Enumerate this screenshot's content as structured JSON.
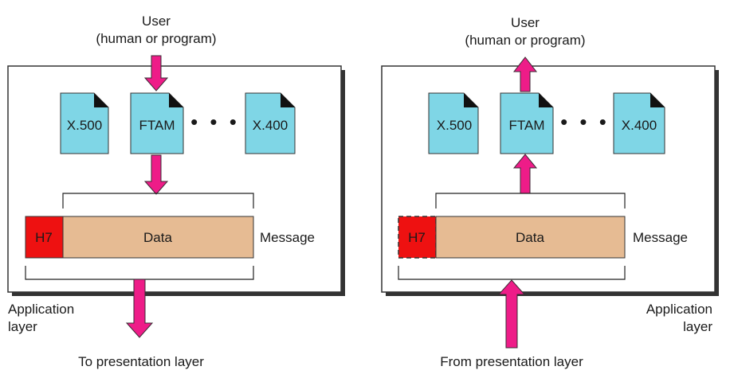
{
  "colors": {
    "document_fill": "#7fd6e6",
    "header_fill": "#ee1111",
    "data_fill": "#e6bb93",
    "arrow_fill": "#ee1c88",
    "shadow": "#333333"
  },
  "left": {
    "top_label_line1": "User",
    "top_label_line2": "(human or program)",
    "docs": [
      "X.500",
      "FTAM",
      "X.400"
    ],
    "ellipsis": "• • •",
    "header": "H7",
    "data": "Data",
    "message": "Message",
    "layer_line1": "Application",
    "layer_line2": "layer",
    "bottom_label": "To presentation layer"
  },
  "right": {
    "top_label_line1": "User",
    "top_label_line2": "(human or program)",
    "docs": [
      "X.500",
      "FTAM",
      "X.400"
    ],
    "ellipsis": "• • •",
    "header": "H7",
    "data": "Data",
    "message": "Message",
    "layer_line1": "Application",
    "layer_line2": "layer",
    "bottom_label": "From presentation layer"
  }
}
